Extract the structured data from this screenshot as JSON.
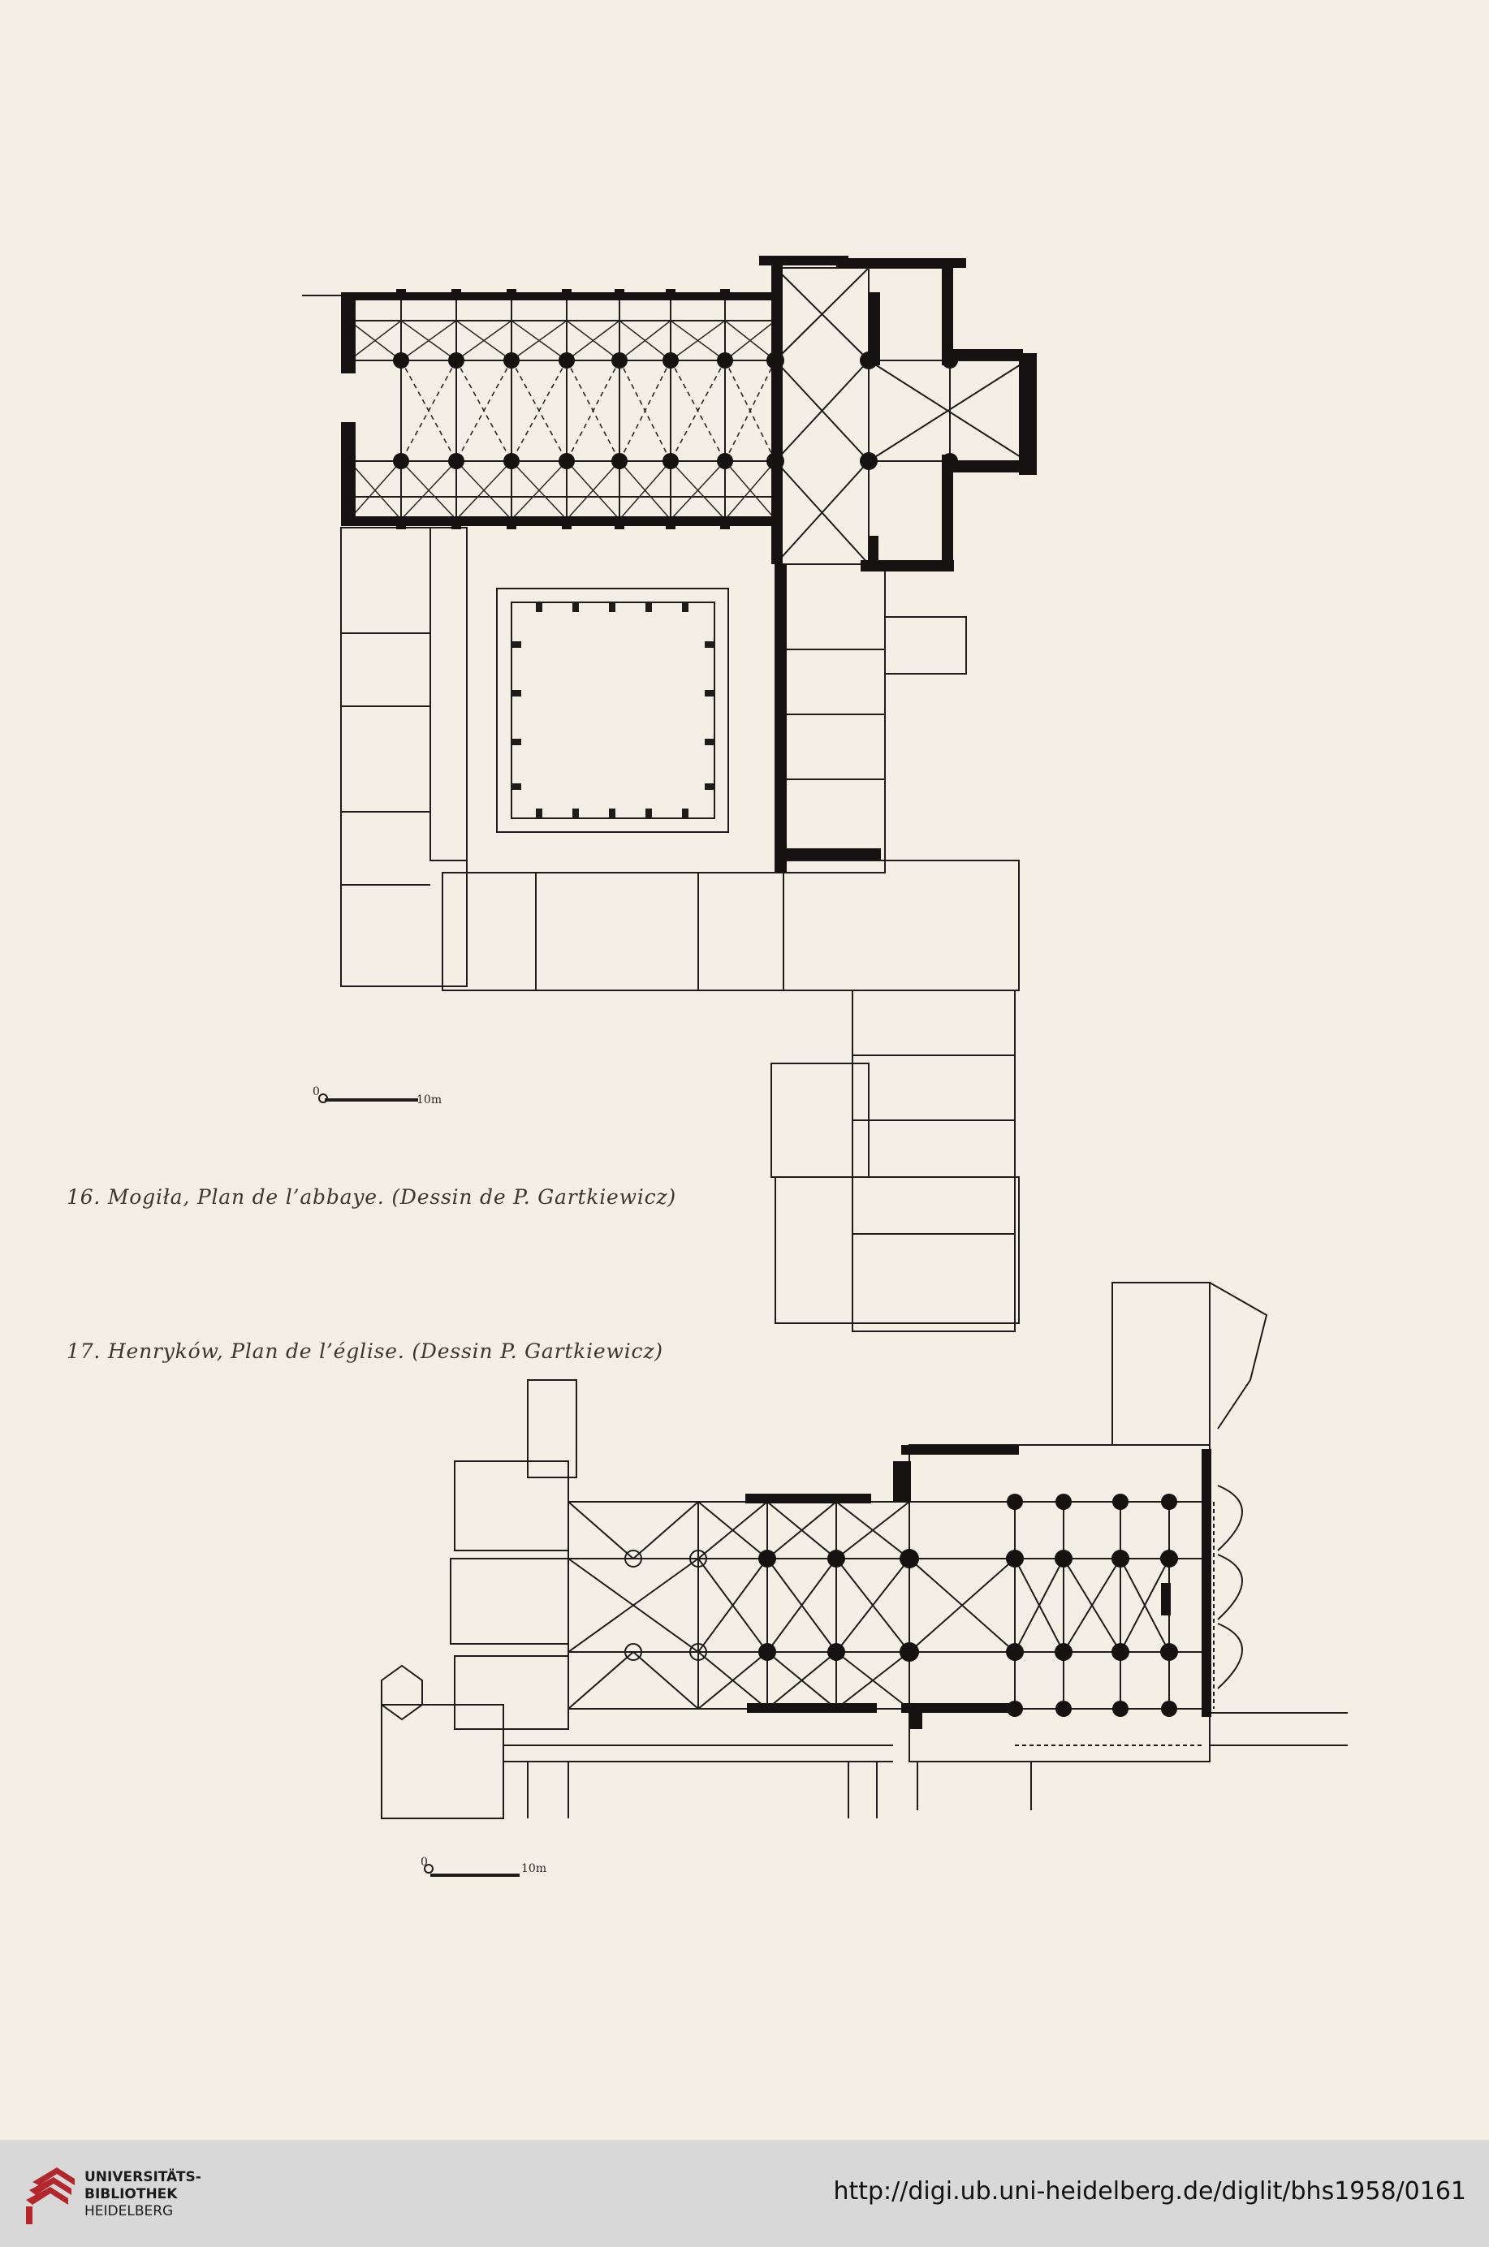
{
  "captions": {
    "fig16": "16. Mogiła, Plan de l’abbaye. (Dessin de P. Gartkiewicz)",
    "fig17": "17. Henryków, Plan de l’église. (Dessin P. Gartkiewicz)"
  },
  "scales": {
    "fig16": {
      "zero": "0",
      "max": "10m"
    },
    "fig17": {
      "zero": "0",
      "max": "10m"
    }
  },
  "footer": {
    "library_lines": [
      "UNIVERSITÄTS-",
      "BIBLIOTHEK",
      "HEIDELBERG"
    ],
    "url": "http://digi.ub.uni-heidelberg.de/diglit/bhs1958/0161",
    "logo_icon": "university-library-logo-icon",
    "logo_color": "#b3262b"
  }
}
